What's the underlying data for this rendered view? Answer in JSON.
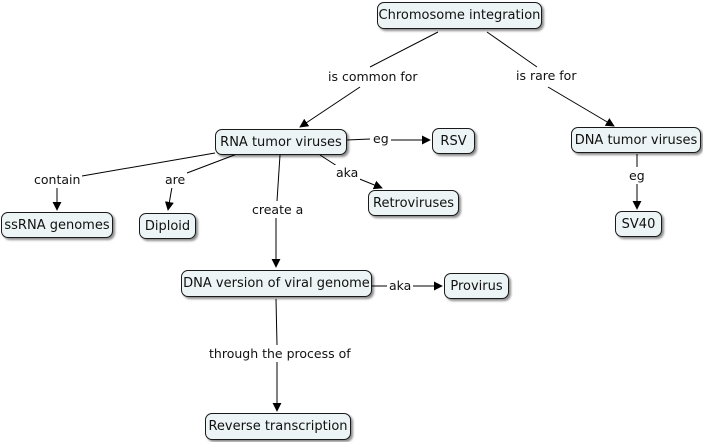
{
  "nodes": {
    "chromosome_integration": "Chromosome integration",
    "rna_tumor_viruses": "RNA tumor viruses",
    "dna_tumor_viruses": "DNA tumor viruses",
    "rsv": "RSV",
    "sv40": "SV40",
    "ssrna_genomes": "ssRNA genomes",
    "diploid": "Diploid",
    "retroviruses": "Retroviruses",
    "dna_version": "DNA version of viral genome",
    "provirus": "Provirus",
    "reverse_transcription": "Reverse transcription"
  },
  "links": {
    "is_common_for": "is common for",
    "is_rare_for": "is rare for",
    "eg_rsv": "eg",
    "eg_sv40": "eg",
    "contain": "contain",
    "are": "are",
    "create_a": "create a",
    "aka_retro": "aka",
    "aka_provirus": "aka",
    "through_process": "through the process of"
  },
  "colors": {
    "node_fill": "#ecf4f5",
    "line": "#000000"
  }
}
